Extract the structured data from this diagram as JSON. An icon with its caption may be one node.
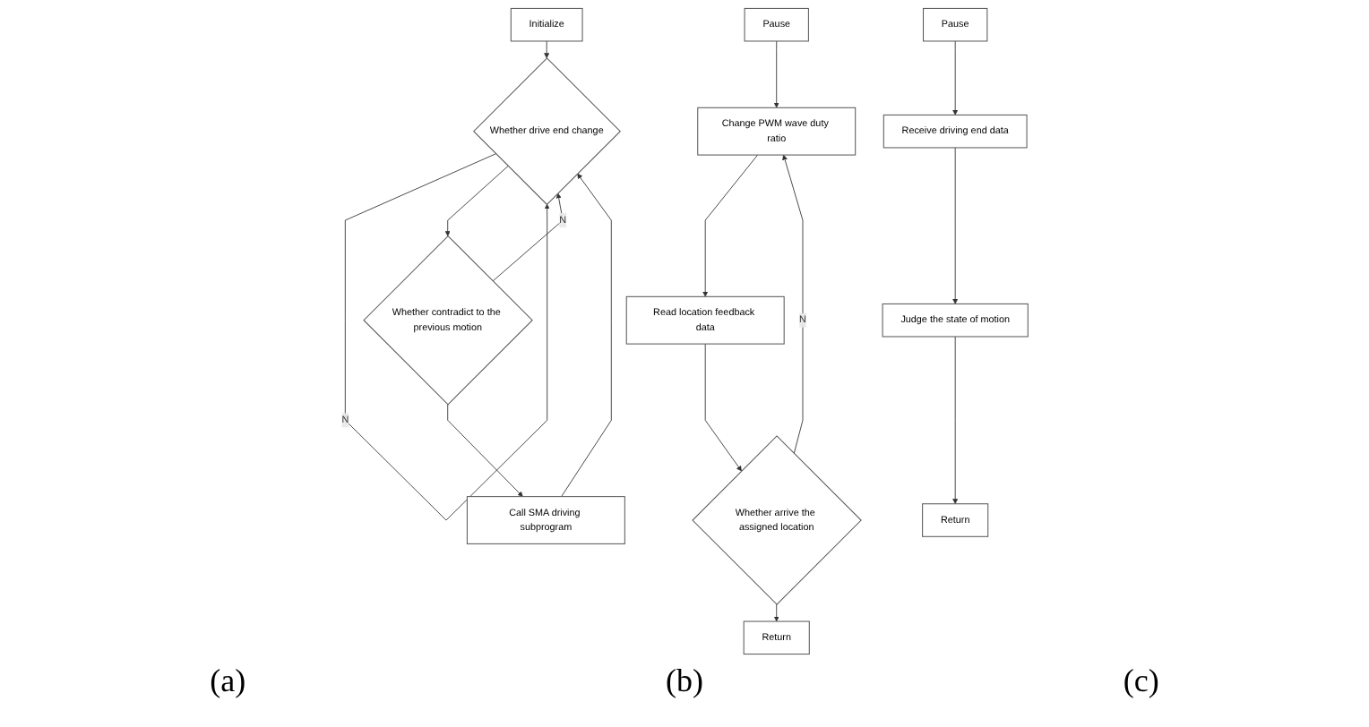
{
  "diagram": {
    "nodes": [
      {
        "text": [
          "Initialize"
        ]
      },
      {
        "text": [
          "Whether drive end change"
        ]
      },
      {
        "text": [
          "Whether contradict to the previous motion"
        ]
      },
      {
        "text": [
          "Call SMA driving subprogram"
        ]
      },
      {
        "text": [
          "Pause"
        ]
      },
      {
        "text": [
          "Change PWM wave duty ratio"
        ]
      },
      {
        "text": [
          "Read location feedback data"
        ]
      },
      {
        "text": [
          "Whether arrive the assigned location"
        ]
      },
      {
        "text": [
          "Return"
        ]
      },
      {
        "text": [
          "Pause"
        ]
      },
      {
        "text": [
          "Receive driving end data"
        ]
      },
      {
        "text": [
          "Judge the state of motion"
        ]
      },
      {
        "text": [
          "Return"
        ]
      }
    ],
    "edges": [
      {
        "from": 0,
        "to": 1,
        "arrow": "to"
      },
      {
        "from": 1,
        "to": 1,
        "arrow": "to",
        "label": "N"
      },
      {
        "from": 1,
        "to": 2,
        "arrow": "to"
      },
      {
        "from": 2,
        "to": 1,
        "arrow": "to",
        "label": "N"
      },
      {
        "from": 2,
        "to": 3,
        "arrow": "to"
      },
      {
        "from": 3,
        "to": 1,
        "arrow": "to"
      },
      {
        "from": 4,
        "to": 5,
        "arrow": "to"
      },
      {
        "from": 5,
        "to": 6,
        "arrow": "to"
      },
      {
        "from": 6,
        "to": 7,
        "arrow": "to"
      },
      {
        "from": 7,
        "to": 8,
        "arrow": "to"
      },
      {
        "from": 7,
        "to": 5,
        "arrow": "to",
        "label": "N"
      },
      {
        "from": 9,
        "to": 10,
        "arrow": "to"
      },
      {
        "from": 10,
        "to": 11,
        "arrow": "to"
      },
      {
        "from": 11,
        "to": 12,
        "arrow": "to"
      }
    ],
    "labels": [
      "(a)",
      "(b)",
      "(c)"
    ]
  }
}
